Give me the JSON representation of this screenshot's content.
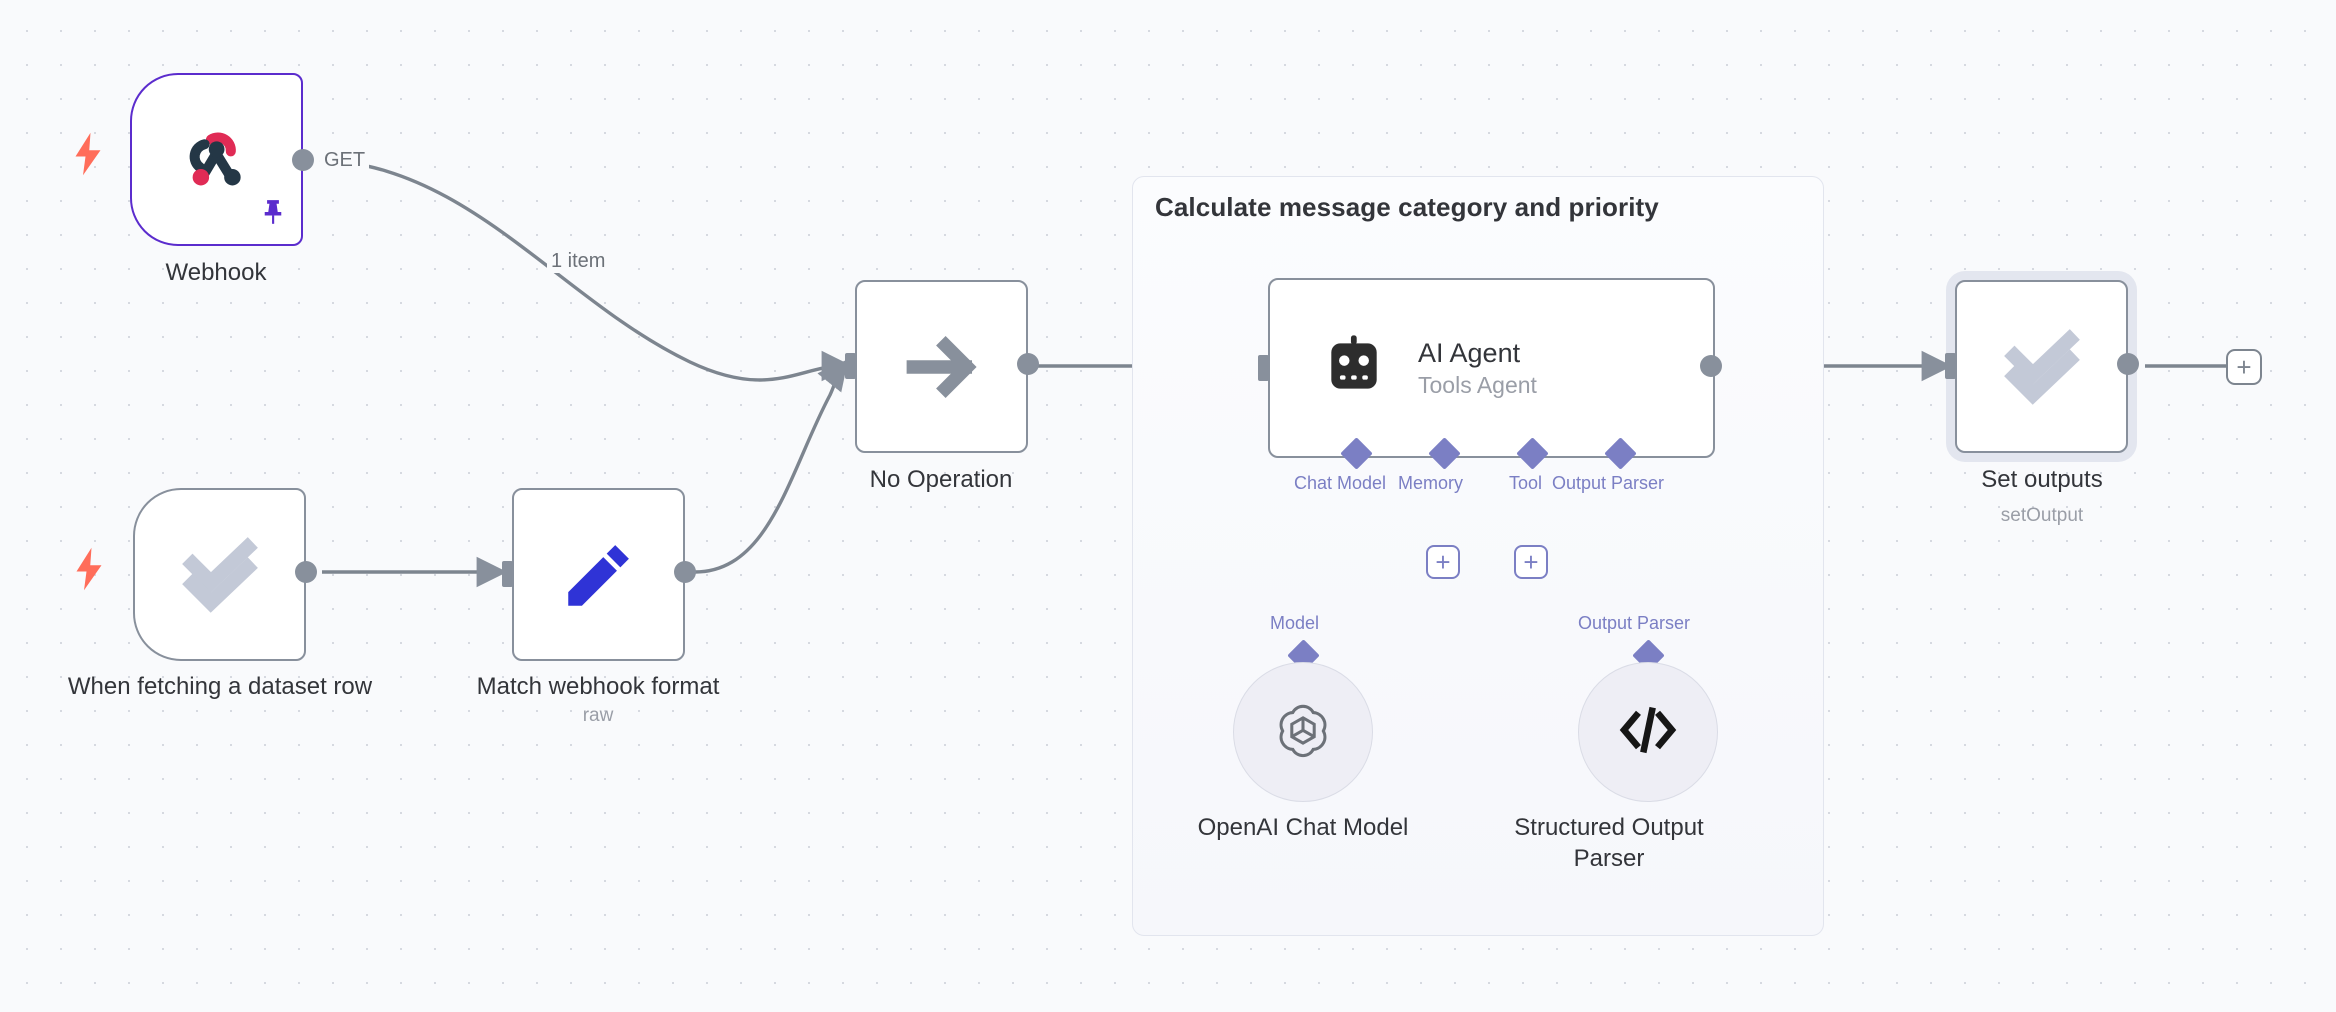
{
  "canvas": {
    "background_color": "#f9fafc",
    "grid_dot_color": "#d6d9e0"
  },
  "colors": {
    "node_border": "#88909c",
    "trigger_accent": "#ff6d5a",
    "webhook_border": "#5b2ccd",
    "webhook_icon_red": "#e02b55",
    "webhook_icon_dark": "#243746",
    "edit_icon_blue": "#2f33d6",
    "check_icon_grey": "#c3c9d7",
    "ai_connector_purple": "#7b7fc4",
    "selection_ring": "#e3e6ef",
    "text_primary": "#33353a",
    "text_muted": "#9a9ea7"
  },
  "nodes": [
    {
      "id": "webhook",
      "name": "Webhook",
      "subtitle": "",
      "icon": "webhook-icon",
      "kind": "trigger",
      "pinned": true,
      "pin_icon": "pin-icon",
      "trigger_icon": "lightning-bolt-icon",
      "output_label": "GET"
    },
    {
      "id": "when-fetching-a-dataset-row",
      "name": "When fetching a dataset row",
      "subtitle": "",
      "icon": "double-check-icon",
      "kind": "trigger",
      "pinned": false,
      "trigger_icon": "lightning-bolt-icon"
    },
    {
      "id": "match-webhook-format",
      "name": "Match webhook format",
      "subtitle": "raw",
      "icon": "pencil-edit-icon",
      "kind": "action"
    },
    {
      "id": "no-operation",
      "name": "No Operation",
      "subtitle": "",
      "icon": "arrow-right-icon",
      "kind": "action"
    },
    {
      "id": "ai-agent",
      "name": "AI Agent",
      "subtitle": "Tools Agent",
      "icon": "robot-icon",
      "kind": "agent"
    },
    {
      "id": "set-outputs",
      "name": "Set outputs",
      "subtitle": "setOutput",
      "icon": "double-check-icon",
      "kind": "action",
      "selected": true
    }
  ],
  "group": {
    "title": "Calculate message category and priority"
  },
  "agent_connectors": [
    {
      "label": "Chat Model",
      "has_plus": false
    },
    {
      "label": "Memory",
      "has_plus": true
    },
    {
      "label": "Tool",
      "has_plus": true
    },
    {
      "label": "Output Parser",
      "has_plus": false
    }
  ],
  "sub_nodes": [
    {
      "id": "openai-chat-model",
      "name": "OpenAI Chat Model",
      "connector_label": "Model",
      "icon": "openai-logo-icon"
    },
    {
      "id": "structured-output-parser",
      "name": "Structured Output Parser",
      "connector_label": "Output Parser",
      "icon": "code-brackets-icon"
    }
  ],
  "edges": [
    {
      "from": "webhook",
      "to": "no-operation",
      "label": "1 item",
      "source_label": "GET"
    },
    {
      "from": "when-fetching-a-dataset-row",
      "to": "match-webhook-format",
      "label": ""
    },
    {
      "from": "match-webhook-format",
      "to": "no-operation",
      "label": ""
    },
    {
      "from": "no-operation",
      "to": "ai-agent",
      "label": ""
    },
    {
      "from": "ai-agent",
      "to": "set-outputs",
      "label": ""
    }
  ],
  "add_node_button": {
    "label": "+",
    "name": "add-node-button"
  }
}
